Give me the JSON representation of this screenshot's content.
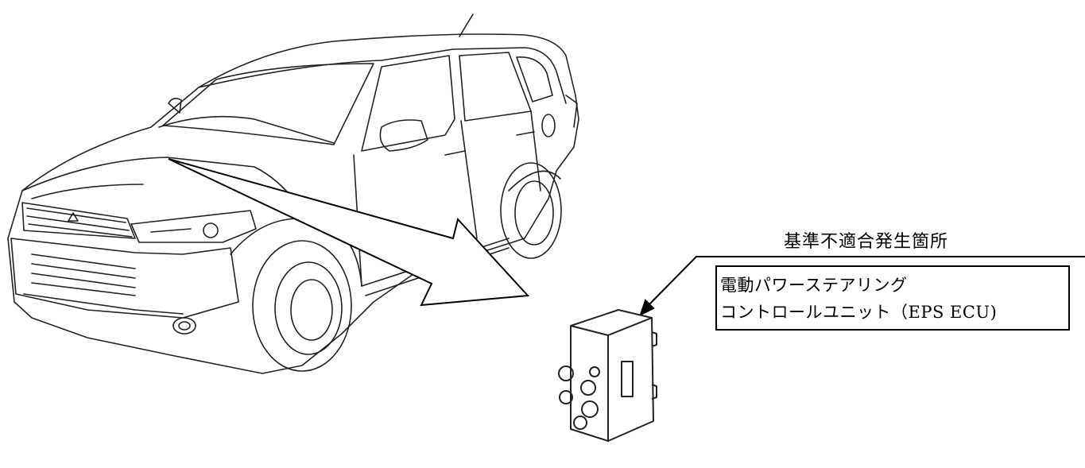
{
  "callout": {
    "heading": "基準不適合発生箇所",
    "component_line1": "電動パワーステアリング",
    "component_line2": "コントロールユニット（EPS ECU)"
  }
}
